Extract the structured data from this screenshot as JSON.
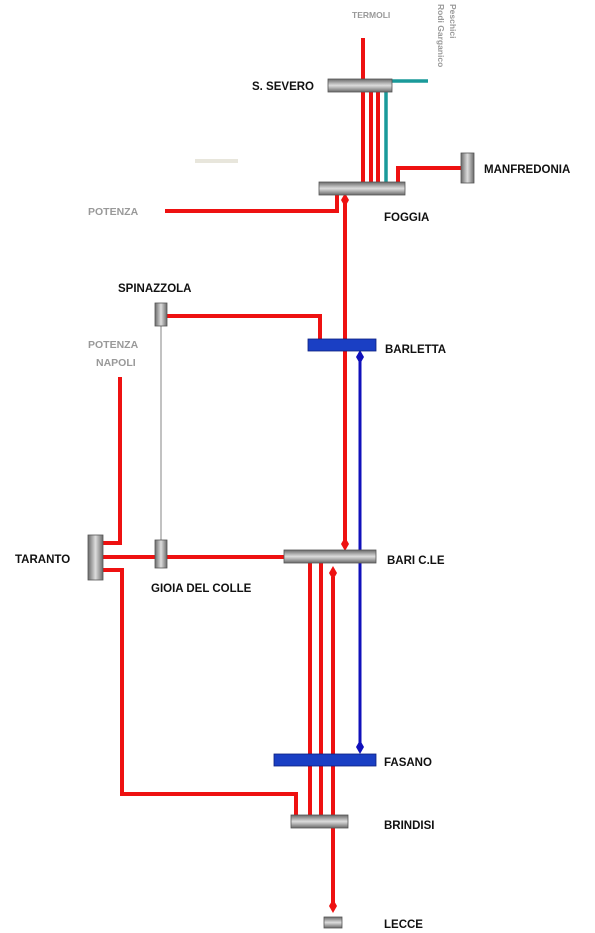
{
  "diagram": {
    "colors": {
      "single_track": "#ee1111",
      "high_speed": "#0000bb",
      "teal_line": "#1a9a9a",
      "station_node": "#b0b0b0",
      "hub_node": "#1a3fc4",
      "external_label": "#999999"
    },
    "stations": {
      "termoli": "TERMOLI",
      "peschici_1": "Peschici",
      "peschici_2": "Rodi Garganico",
      "s_severo": "S. SEVERO",
      "manfredonia": "MANFREDONIA",
      "potenza_foggia": "POTENZA",
      "foggia": "FOGGIA",
      "spinazzola": "SPINAZZOLA",
      "potenza_napoli_1": "POTENZA",
      "potenza_napoli_2": "NAPOLI",
      "barletta": "BARLETTA",
      "taranto": "TARANTO",
      "gioia": "GIOIA DEL COLLE",
      "bari": "BARI C.LE",
      "fasano": "FASANO",
      "brindisi": "BRINDISI",
      "lecce": "LECCE"
    }
  }
}
